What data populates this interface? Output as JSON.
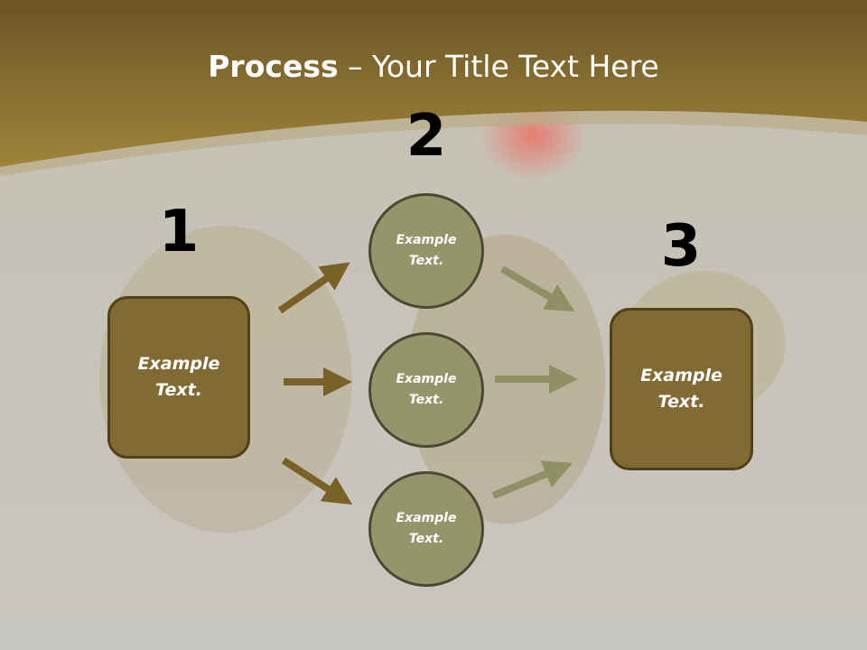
{
  "slide": {
    "title_bold": "Process",
    "title_rest": " – Your Title Text Here"
  },
  "steps": [
    {
      "number": "1",
      "label": "Example Text."
    },
    {
      "number": "2",
      "labels": [
        "Example Text.",
        "Example Text.",
        "Example Text."
      ]
    },
    {
      "number": "3",
      "label": "Example Text."
    }
  ],
  "colors": {
    "header_band": "#8a6e2c",
    "box_fill": "#826a33",
    "circle_fill": "#94966a",
    "arrow_dark": "#7a6128",
    "arrow_light": "#8f9064"
  }
}
